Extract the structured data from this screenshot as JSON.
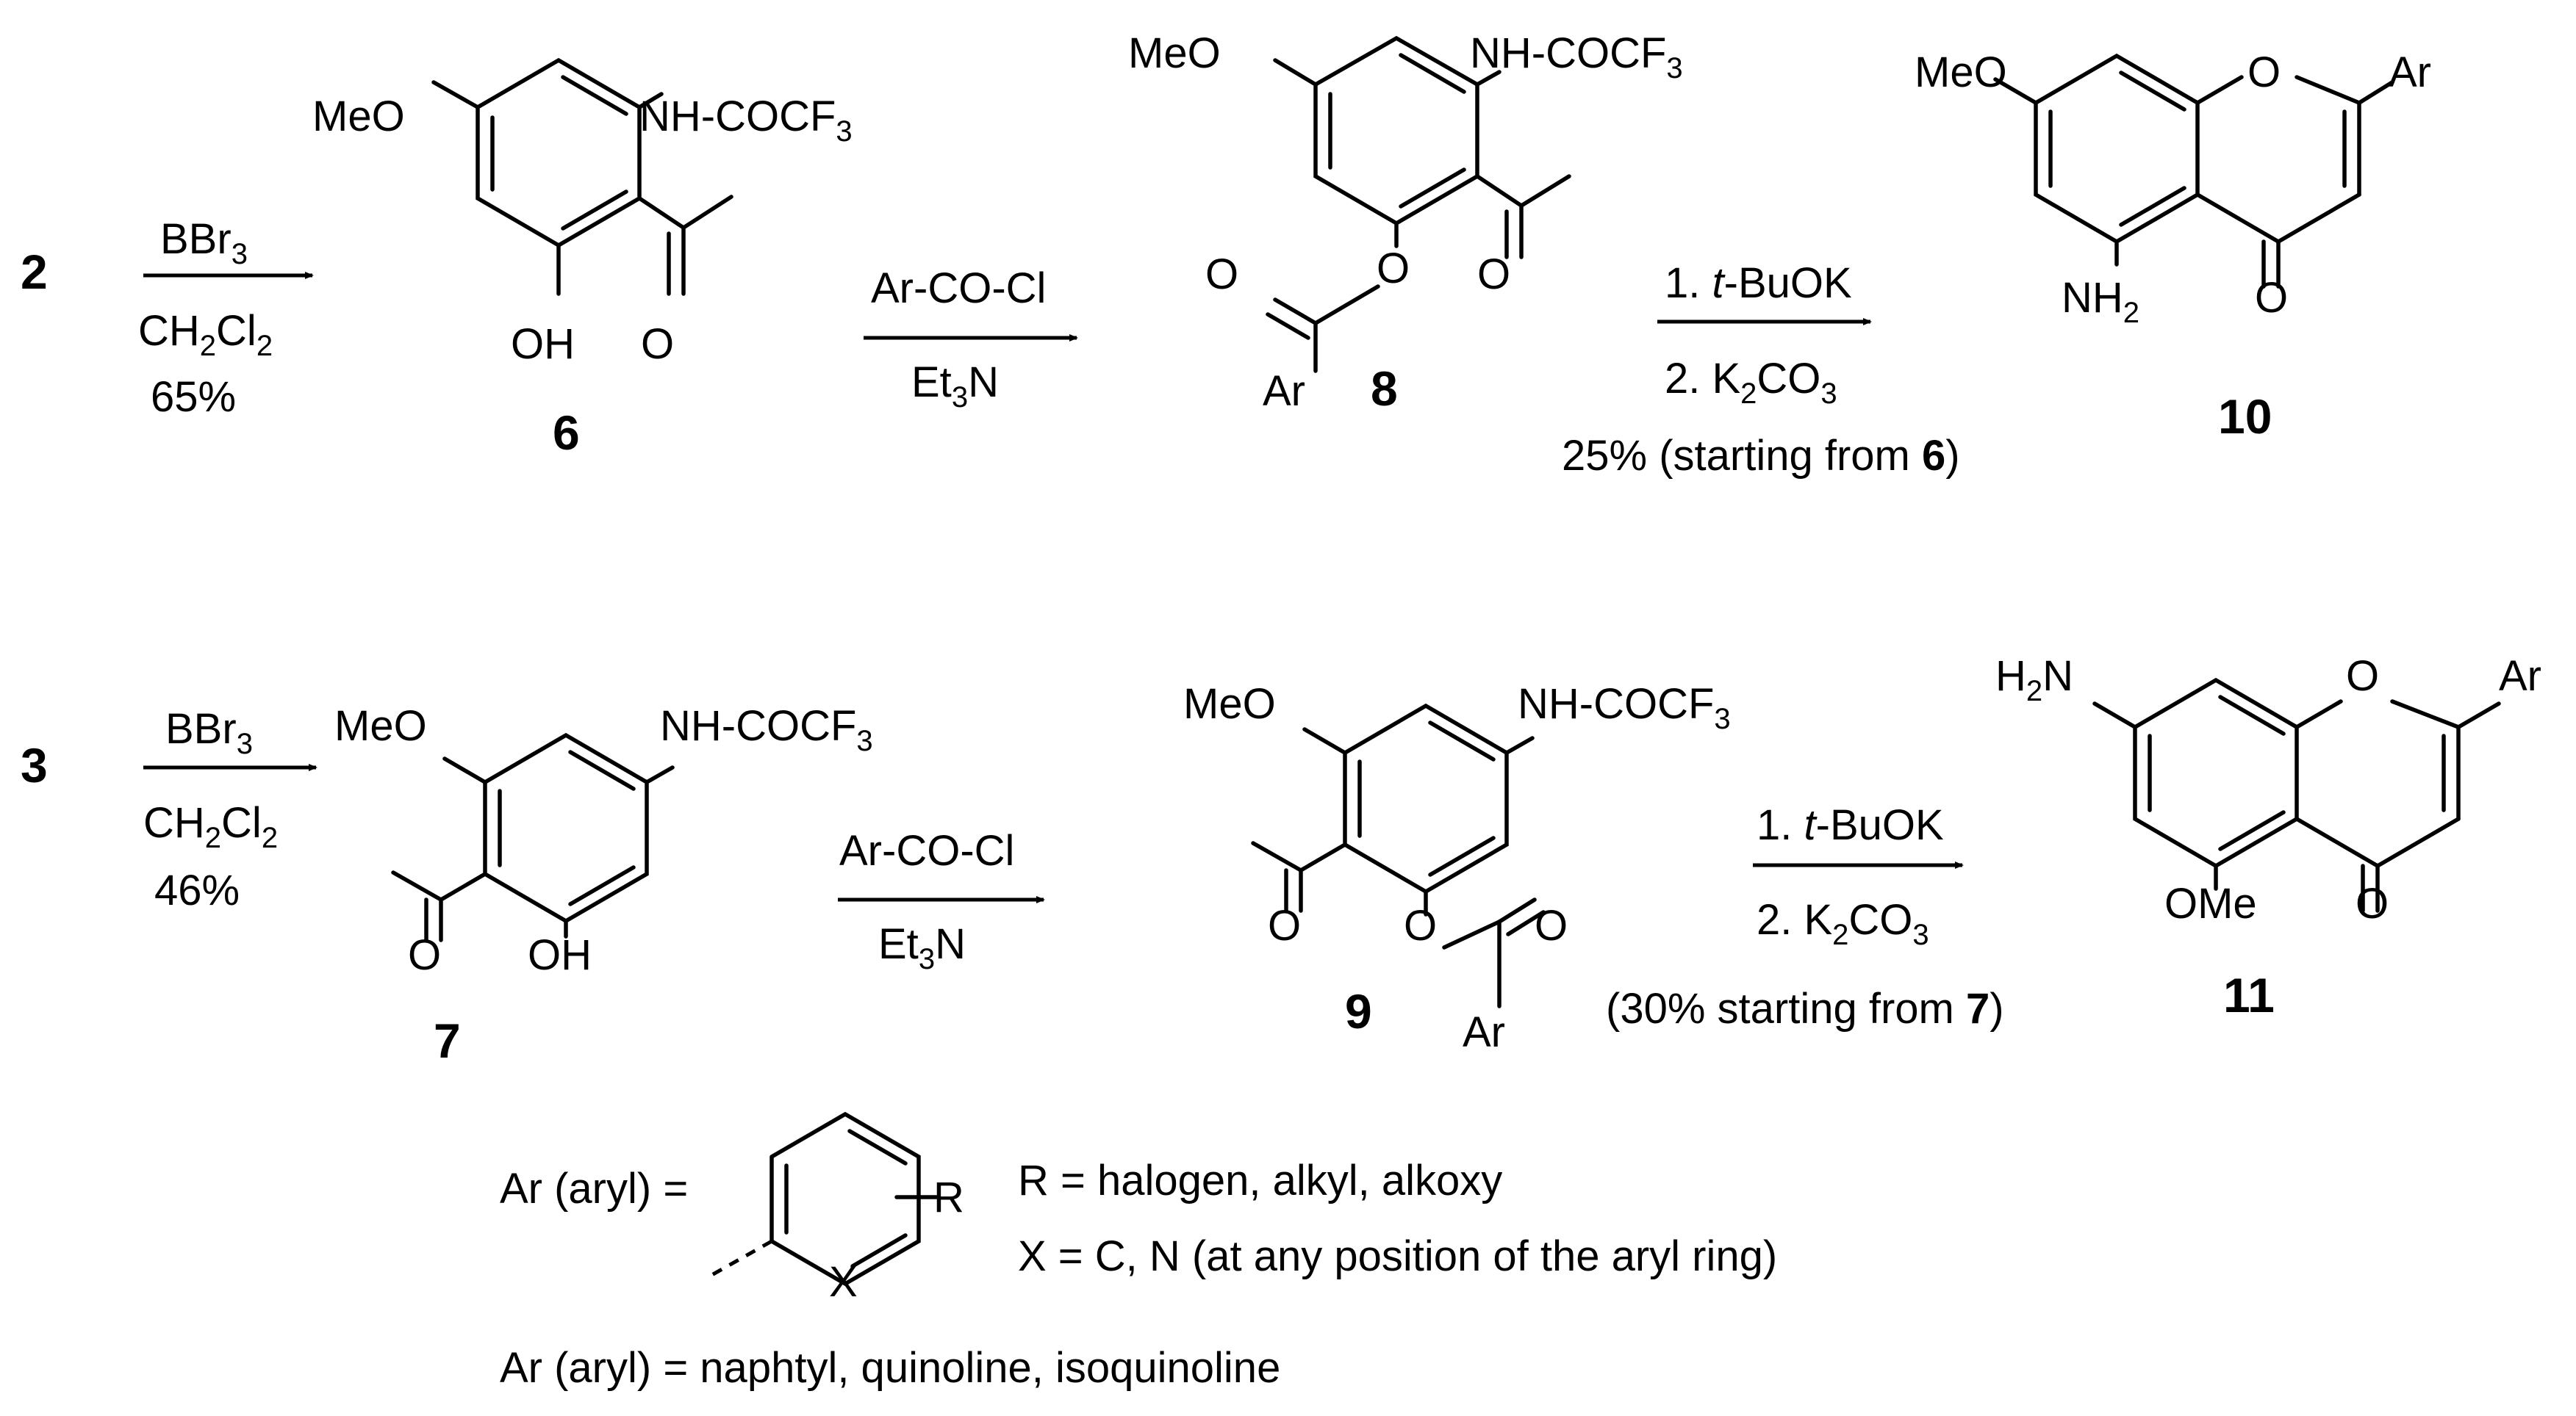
{
  "compounds": {
    "c2": "2",
    "c3": "3",
    "c6": "6",
    "c7": "7",
    "c8": "8",
    "c9": "9",
    "c10": "10",
    "c11": "11"
  },
  "groups": {
    "meo": "MeO",
    "ome": "OMe",
    "oh": "OH",
    "o": "O",
    "ar": "Ar",
    "nhcocf3": "NH-COCF",
    "nh2_n": "NH",
    "h2n_h": "H",
    "h2n_n": "N",
    "sub2": "2",
    "sub3": "3",
    "x": "X",
    "r": "R"
  },
  "conditions": {
    "bbr": "BBr",
    "ch": "CH",
    "cl": "Cl",
    "yield_6": "65%",
    "yield_7": "46%",
    "acyl": "Ar-CO-Cl",
    "et": "Et",
    "n": "N",
    "step1_prefix": "1. ",
    "step1_t": "t",
    "step1_rest": "-BuOK",
    "step2_prefix": "2. K",
    "step2_co": "CO",
    "yield_10_pre": "25% (starting from ",
    "yield_10_num": "6",
    "yield_10_post": ")",
    "yield_11_pre": "(30% starting from ",
    "yield_11_num": "7",
    "yield_11_post": ")"
  },
  "legend": {
    "ar_eq": "Ar (aryl) =",
    "r_def": "R = halogen, alkyl, alkoxy",
    "x_def": "X = C, N (at any position of the aryl ring)",
    "ar_alt": "Ar (aryl) = naphtyl, quinoline, isoquinoline"
  }
}
